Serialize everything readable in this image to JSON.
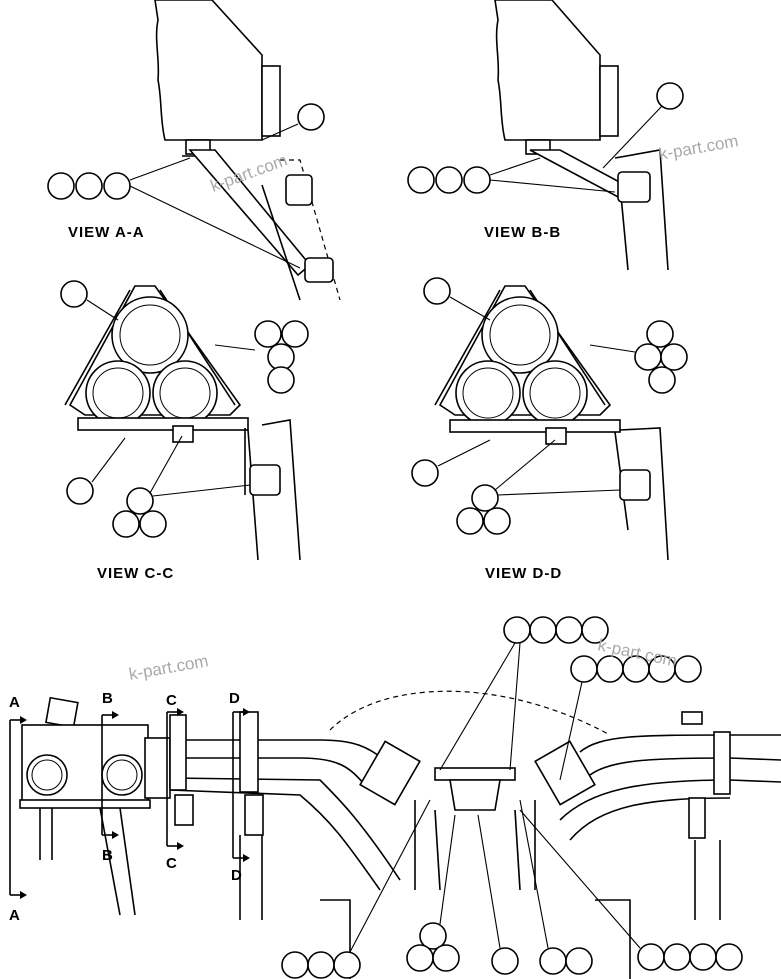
{
  "views": {
    "aa": "VIEW  A-A",
    "bb": "VIEW  B-B",
    "cc": "VIEW  C-C",
    "dd": "VIEW  D-D"
  },
  "section_markers": {
    "a_top": "A",
    "a_bottom": "A",
    "b_top": "B",
    "b_bottom": "B",
    "c_top": "C",
    "c_bottom": "C",
    "d_top": "D",
    "d_bottom": "D"
  },
  "watermarks": {
    "w1": "k-part.com",
    "w2": "k-part.com",
    "w3": "k-part.com",
    "w4": "k-part.com"
  }
}
